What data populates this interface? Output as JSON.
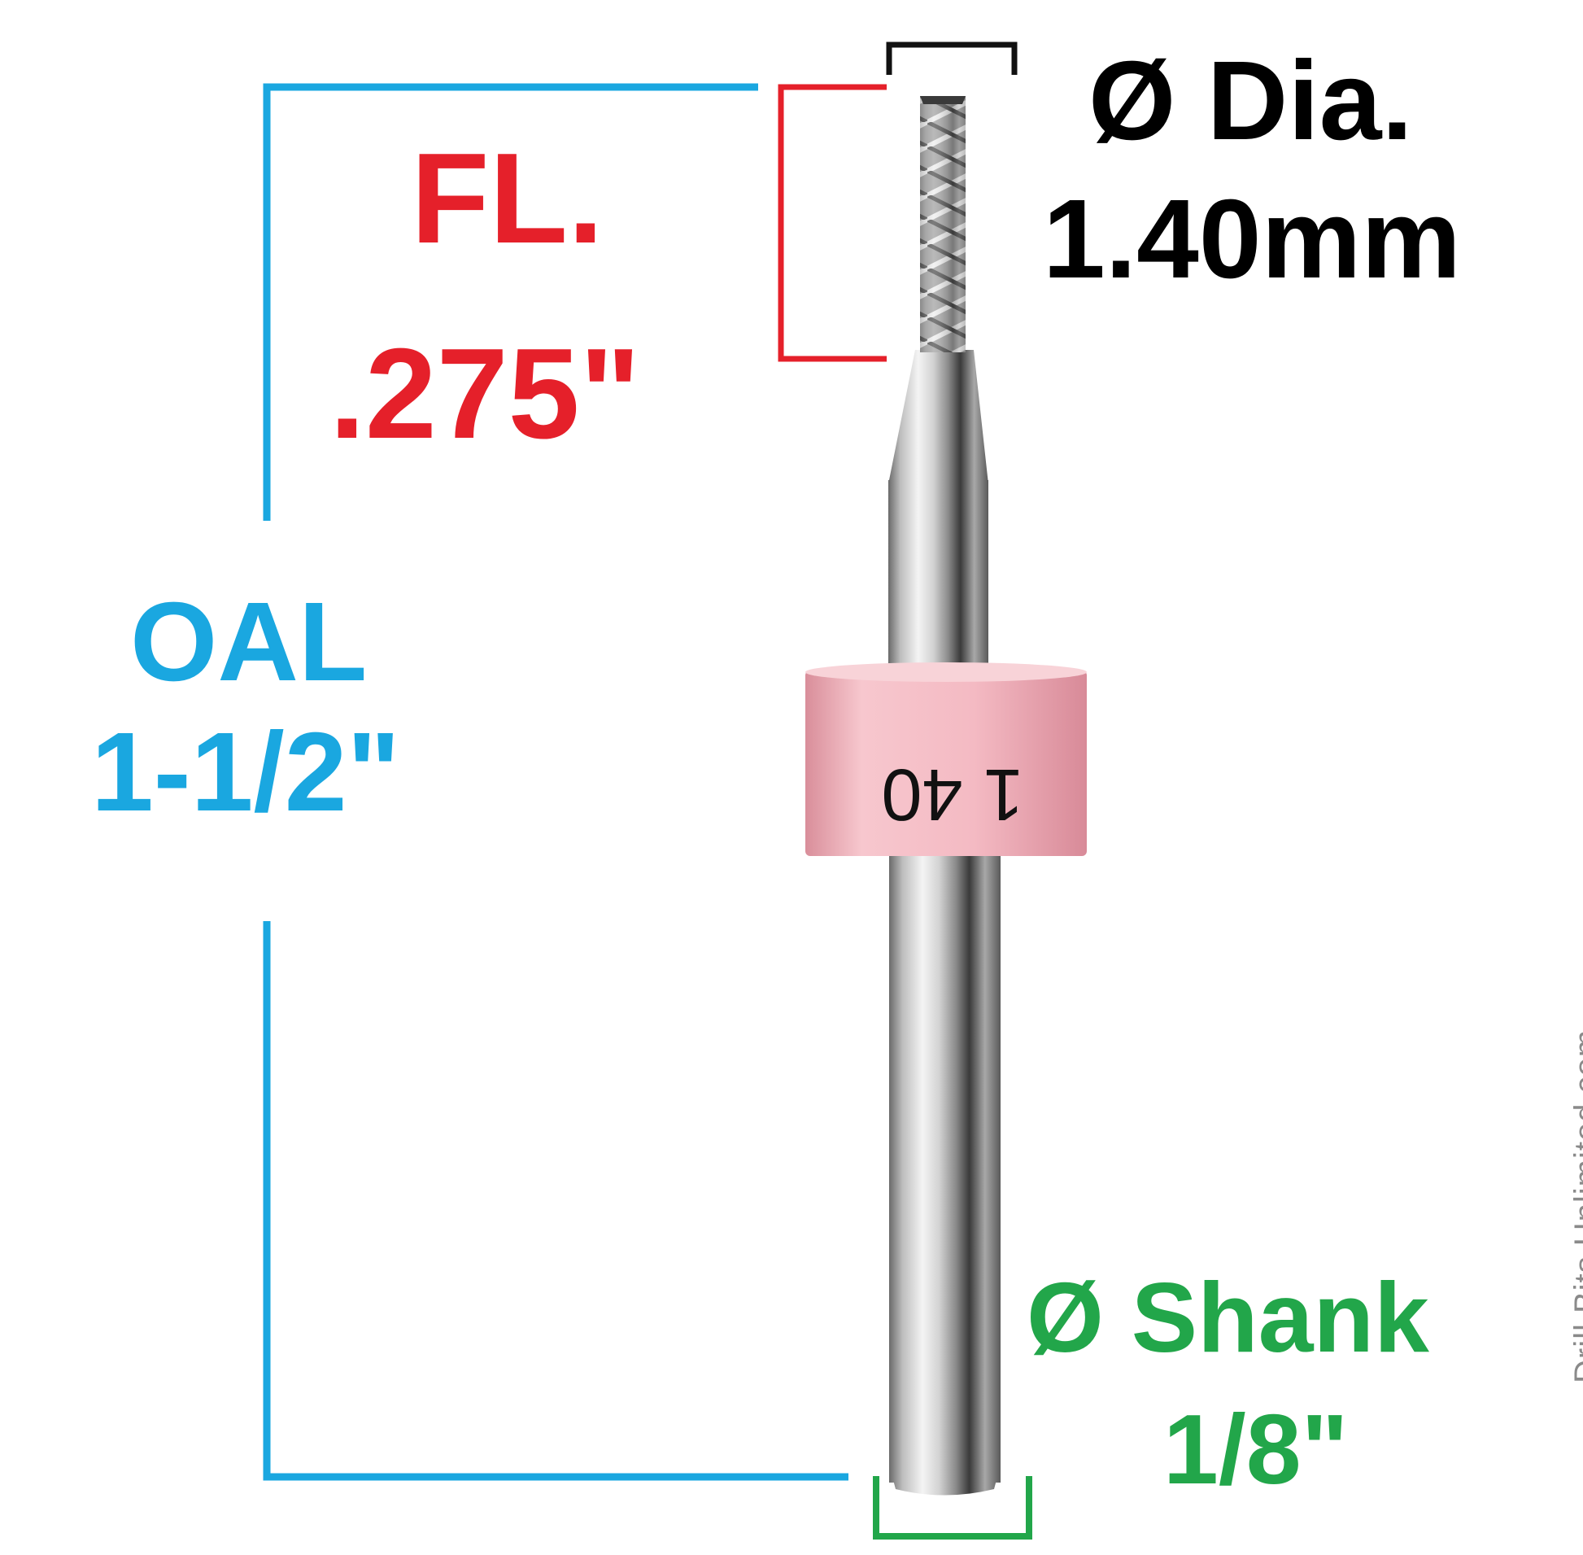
{
  "colors": {
    "diameter": "#000000",
    "flute_length": "#e5202a",
    "overall_length": "#1aa7e0",
    "shank": "#22a64a",
    "collar": "#f3b8c0",
    "watermark": "#8a8a8a"
  },
  "labels": {
    "diameter_title": "Ø Dia.",
    "diameter_value": "1.40mm",
    "flute_length_title": "FL.",
    "flute_length_value": ".275\"",
    "overall_length_title": "OAL",
    "overall_length_value": "1-1/2\"",
    "shank_title": "Ø Shank",
    "shank_value": "1/8\""
  },
  "collar_text": "1 40",
  "watermark": "Drill Bits Unlimited.com"
}
